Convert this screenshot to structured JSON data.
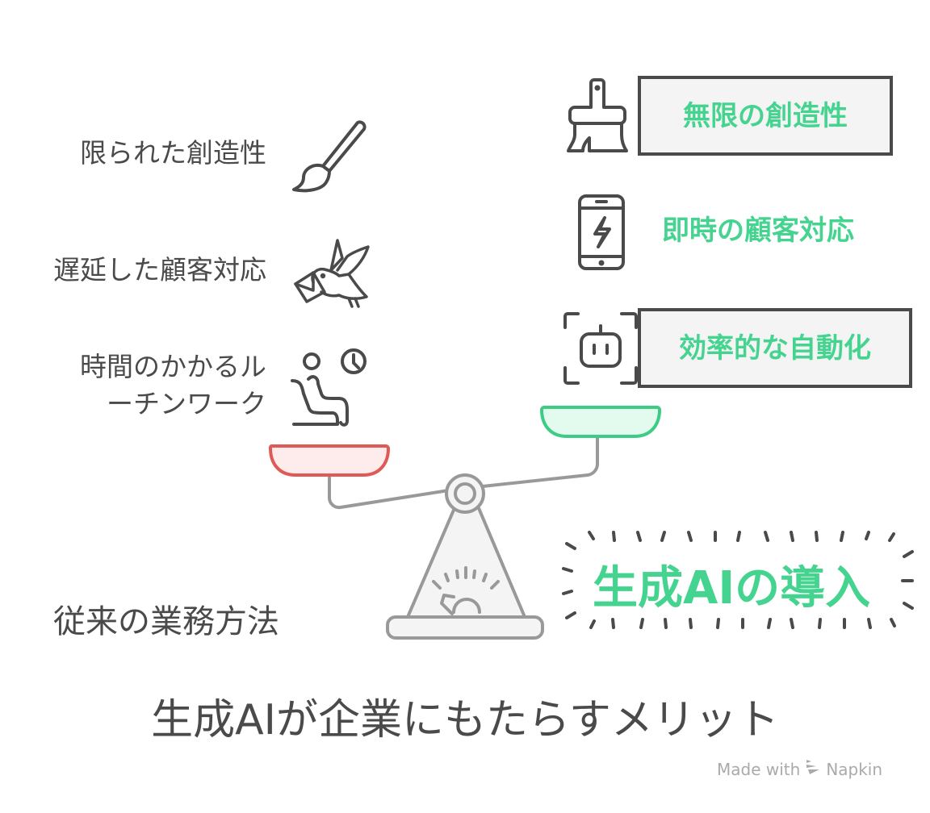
{
  "title": "生成AIが企業にもたらすメリット",
  "left_side": {
    "heading": "従来の業務方法",
    "pan_color": "#e05a55",
    "pan_fill": "#fdeceb",
    "items": [
      {
        "label": "限られた創造性",
        "icon": "paintbrush-icon"
      },
      {
        "label": "遅延した顧客対応",
        "icon": "bird-with-letter-icon"
      },
      {
        "label_line1": "時間のかかるル",
        "label_line2": "ーチンワーク",
        "icon": "waiting-person-clock-icon"
      }
    ]
  },
  "right_side": {
    "heading": "生成AIの導入",
    "pan_color": "#3dcc86",
    "pan_fill": "#e3fbef",
    "accent": "#45d48f",
    "items": [
      {
        "label": "無限の創造性",
        "icon": "paint-scraper-brush-icon",
        "boxed": true
      },
      {
        "label": "即時の顧客対応",
        "icon": "smartphone-lightning-icon",
        "boxed": false
      },
      {
        "label": "効率的な自動化",
        "icon": "robot-focus-icon",
        "boxed": true
      }
    ]
  },
  "scale": {
    "icon": "balance-scale-icon",
    "gauge_icon": "speedometer-gauge-icon"
  },
  "watermark": {
    "prefix": "Made with",
    "brand": "Napkin",
    "icon": "napkin-logo-icon"
  }
}
